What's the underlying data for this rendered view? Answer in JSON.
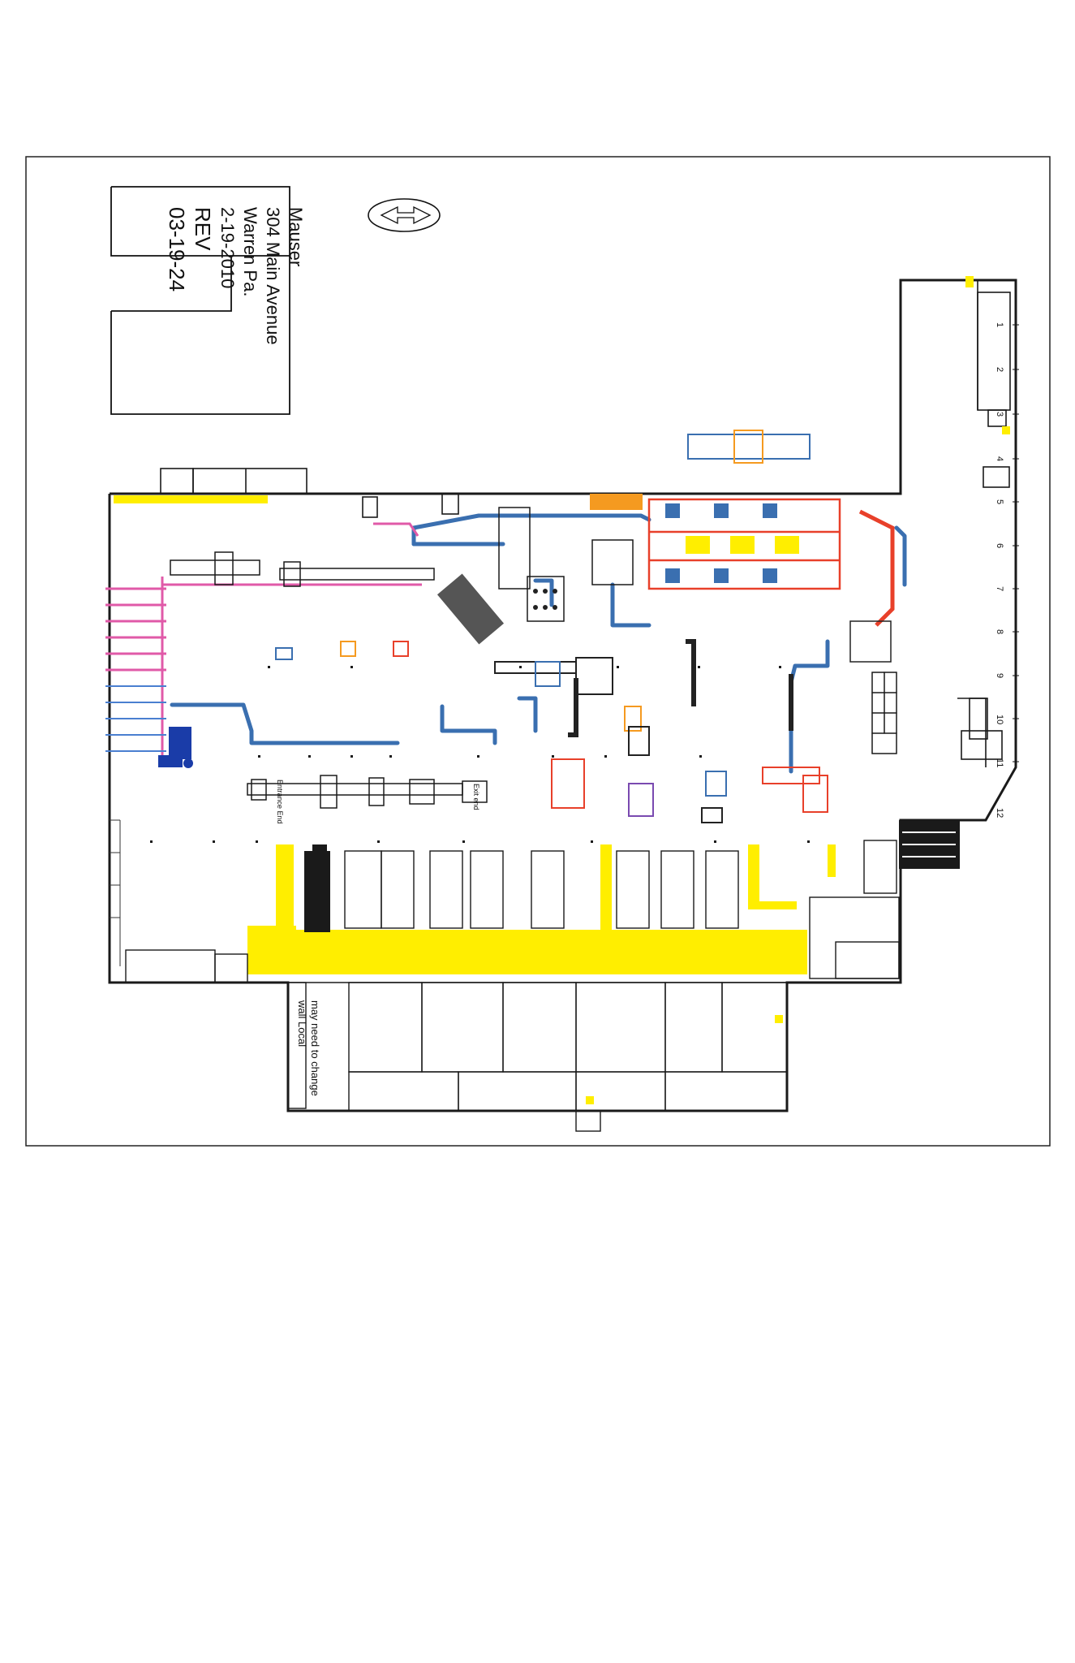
{
  "title_block": {
    "company": "Mauser",
    "address": "304 Main Avenue",
    "city": "Warren Pa.",
    "date": "2-19-2010",
    "rev_label": "REV",
    "rev_date": "03-19-24"
  },
  "note": {
    "line1": "may need to change",
    "line2": "wall Local"
  },
  "entrance_labels": {
    "entrance": "Entrance End",
    "exit": "Exit end"
  },
  "column_numbers": [
    "1",
    "2",
    "3",
    "4",
    "5",
    "6",
    "7",
    "8",
    "9",
    "10",
    "11",
    "12"
  ],
  "colors": {
    "wall": "#1a1a1a",
    "highlight_yellow": "#ffee00",
    "conveyor_blue": "#3a6fb0",
    "conveyor_pink": "#e05aa8",
    "equipment_red": "#e8402a",
    "equipment_orange": "#f59a20",
    "equipment_navy": "#1a3ca8"
  }
}
